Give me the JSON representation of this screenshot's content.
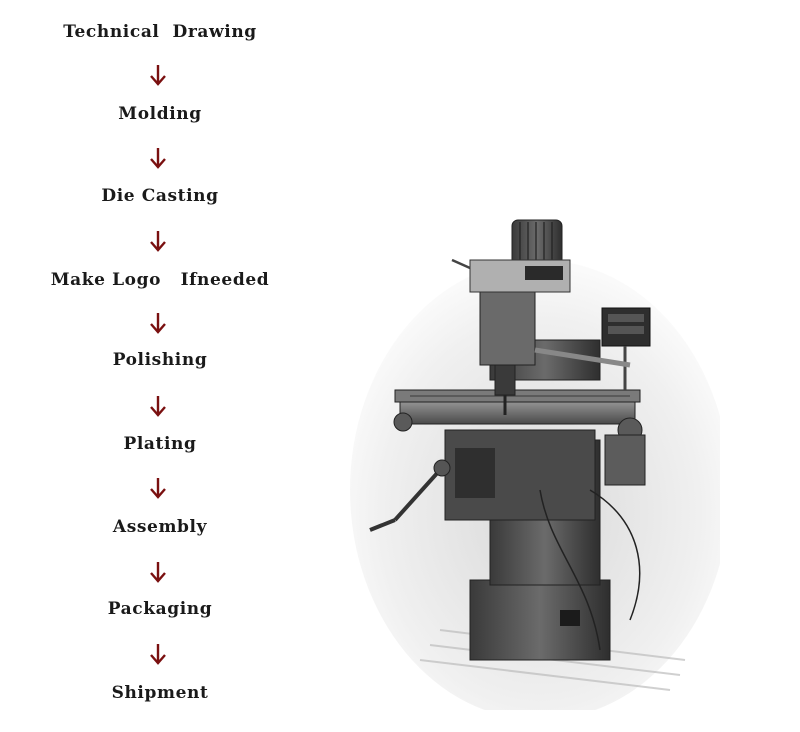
{
  "steps": [
    "Technical  Drawing",
    "Molding",
    "Die Casting",
    "Make Logo   Ifneeded",
    "Polishing",
    "Plating",
    "Assembly",
    "Packaging",
    "Shipment"
  ],
  "colors": {
    "arrow": "#7a1010",
    "text": "#1a1a1a"
  },
  "image": {
    "subject": "milling-machine-photo"
  }
}
